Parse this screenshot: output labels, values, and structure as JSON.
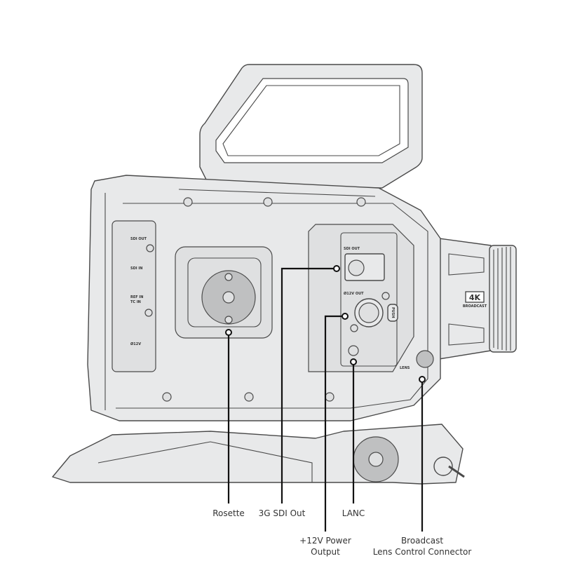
{
  "camera_labels": {
    "side_sdi_out": "SDI OUT",
    "side_sdi_in": "SDI IN",
    "side_ref_in": "REF IN",
    "side_tc_in": "TC IN",
    "side_12v": "Ø12V",
    "panel_sdi_out": "SDI OUT",
    "panel_12v_out": "Ø12V OUT",
    "push": "PUSH",
    "lens": "LENS",
    "badge_4k": "4K",
    "badge_broadcast": "BROADCAST"
  },
  "callouts": [
    {
      "id": "rosette",
      "line1": "Rosette",
      "line2": ""
    },
    {
      "id": "sdi-out",
      "line1": "3G SDI Out",
      "line2": ""
    },
    {
      "id": "power-output",
      "line1": "+12V Power",
      "line2": "Output"
    },
    {
      "id": "lanc",
      "line1": "LANC",
      "line2": ""
    },
    {
      "id": "lens-connector",
      "line1": "Broadcast",
      "line2": "Lens Control Connector"
    }
  ]
}
